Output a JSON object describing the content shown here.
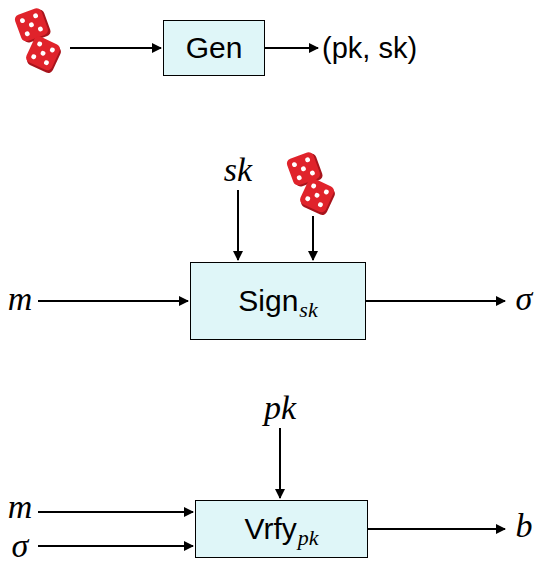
{
  "diagram": {
    "nodes": [
      {
        "text": [
          "Gen"
        ]
      },
      {
        "text": [
          "Sign",
          "sk"
        ]
      },
      {
        "text": [
          "Vrfy",
          "pk"
        ]
      }
    ],
    "labels": [
      "(pk, sk)",
      "sk",
      "m",
      "σ",
      "pk",
      "m",
      "σ",
      "b"
    ]
  }
}
